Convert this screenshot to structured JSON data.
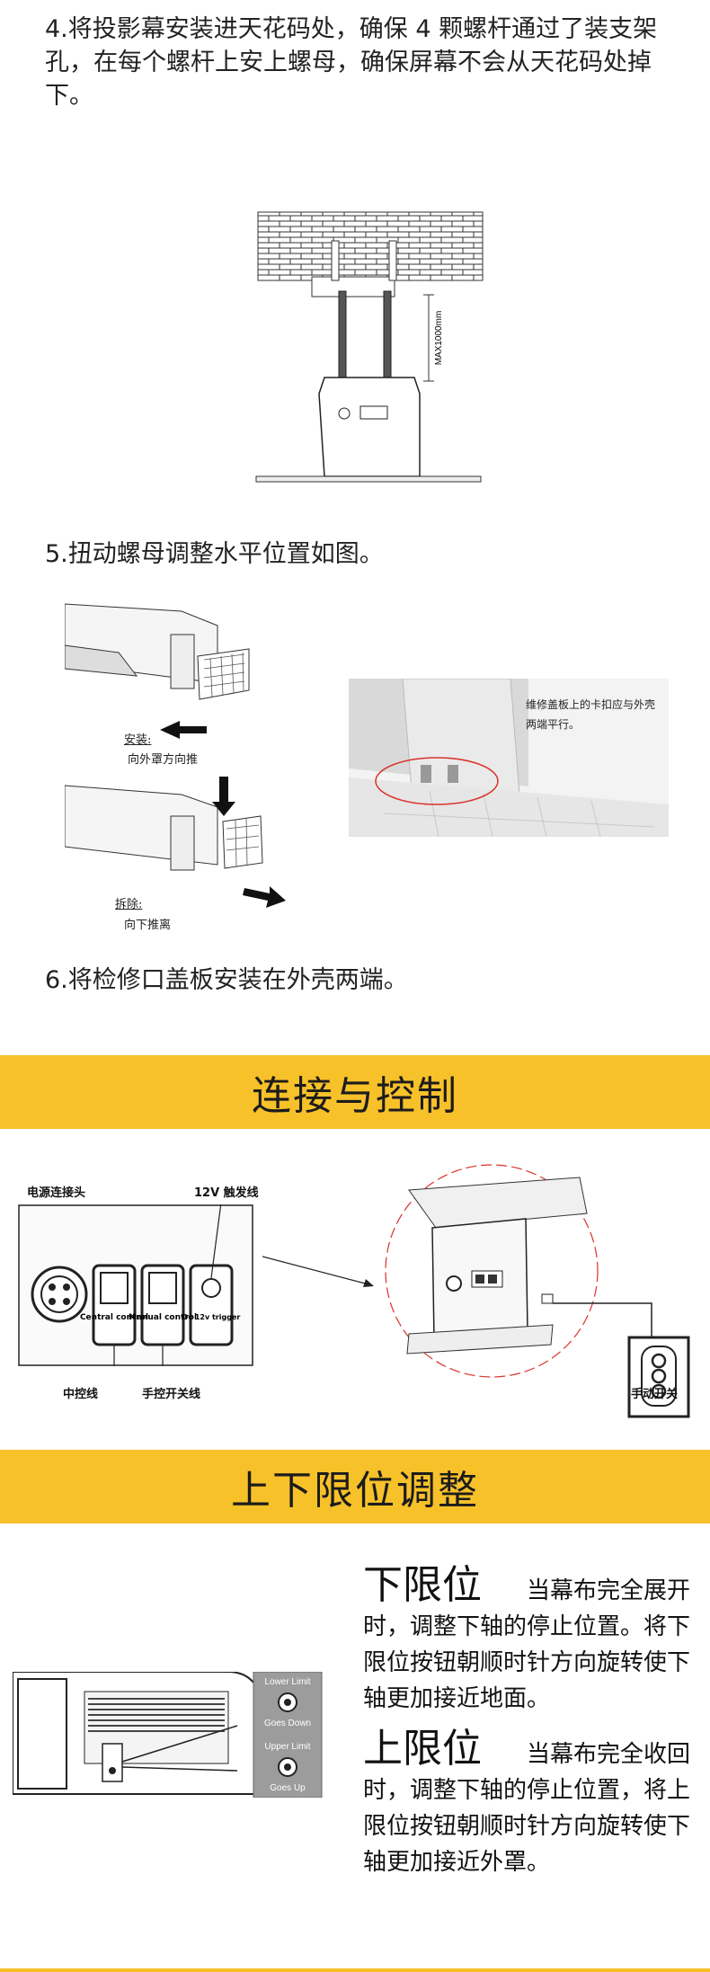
{
  "steps": {
    "step4_text": "4.将投影幕安装进天花码处，确保 4 颗螺杆通过了装支架孔，在每个螺杆上安上螺母，确保屏幕不会从天花码处掉下。",
    "step4_dim_label": "MAX1000mm",
    "step5_text": "5.扭动螺母调整水平位置如图。",
    "step5_install_label": "安装:",
    "step5_install_hint": "向外罩方向推",
    "step5_remove_label": "拆除:",
    "step5_remove_hint": "向下推离",
    "step5_photo_note": "维修盖板上的卡扣应与外壳两端平行。",
    "step6_text": "6.将检修口盖板安装在外壳两端。"
  },
  "connection": {
    "banner_title": "连接与控制",
    "power_label": "电源连接头",
    "trigger_label": "12V 触发线",
    "central_label": "中控线",
    "manual_label": "手控开关线",
    "switch_label": "手动开关",
    "port_central": "Central control",
    "port_manual": "Manual control",
    "port_trigger": "Dc 12v trigger"
  },
  "limits": {
    "banner_title": "上下限位调整",
    "lower_title": "下限位",
    "lower_desc": "当幕布完全展开时，调整下轴的停止位置。将下限位按钮朝顺时针方向旋转使下轴更加接近地面。",
    "upper_title": "上限位",
    "upper_desc": "当幕布完全收回时，调整下轴的停止位置，将上限位按钮朝顺时针方向旋转使下轴更加接近外罩。",
    "panel_lower_limit": "Lower Limit",
    "panel_goes_down": "Goes Down",
    "panel_upper_limit": "Upper Limit",
    "panel_goes_up": "Goes Up"
  },
  "colors": {
    "banner": "#f7c12a",
    "highlight_circle": "#d9342b"
  }
}
